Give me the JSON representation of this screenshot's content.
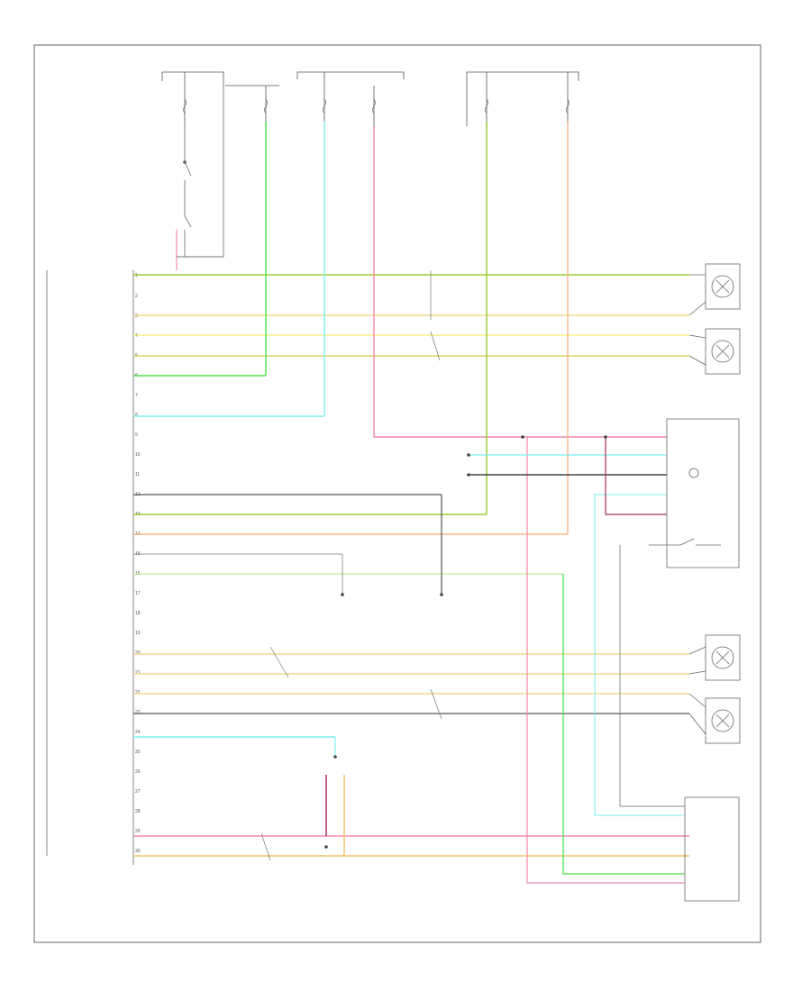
{
  "diagram_code": "",
  "colors": {
    "frame": "#555555",
    "wire_dark": "#444444",
    "violet_orange": "#9acd32",
    "tan": "#f3d98a",
    "yellow": "#f7f18a",
    "light_green": "#4ee04e",
    "light_blue": "#80eef0",
    "pink": "#f08aa8",
    "orange": "#f7b58a",
    "green_light": "#b6f0a0",
    "gray": "#9a9a9a"
  },
  "components": [
    {
      "id": "fuse-box-left",
      "label": ""
    },
    {
      "id": "fuse-box-center",
      "label": ""
    },
    {
      "id": "fuse-box-right",
      "label": ""
    },
    {
      "id": "brake-switch",
      "label": ""
    },
    {
      "id": "abs-module",
      "label": ""
    },
    {
      "id": "lf-sensor",
      "label": ""
    },
    {
      "id": "rf-sensor",
      "label": ""
    },
    {
      "id": "traction-control-switch",
      "label": ""
    },
    {
      "id": "lr-sensor",
      "label": ""
    },
    {
      "id": "rr-sensor",
      "label": ""
    },
    {
      "id": "instrument-cluster",
      "label": ""
    }
  ]
}
